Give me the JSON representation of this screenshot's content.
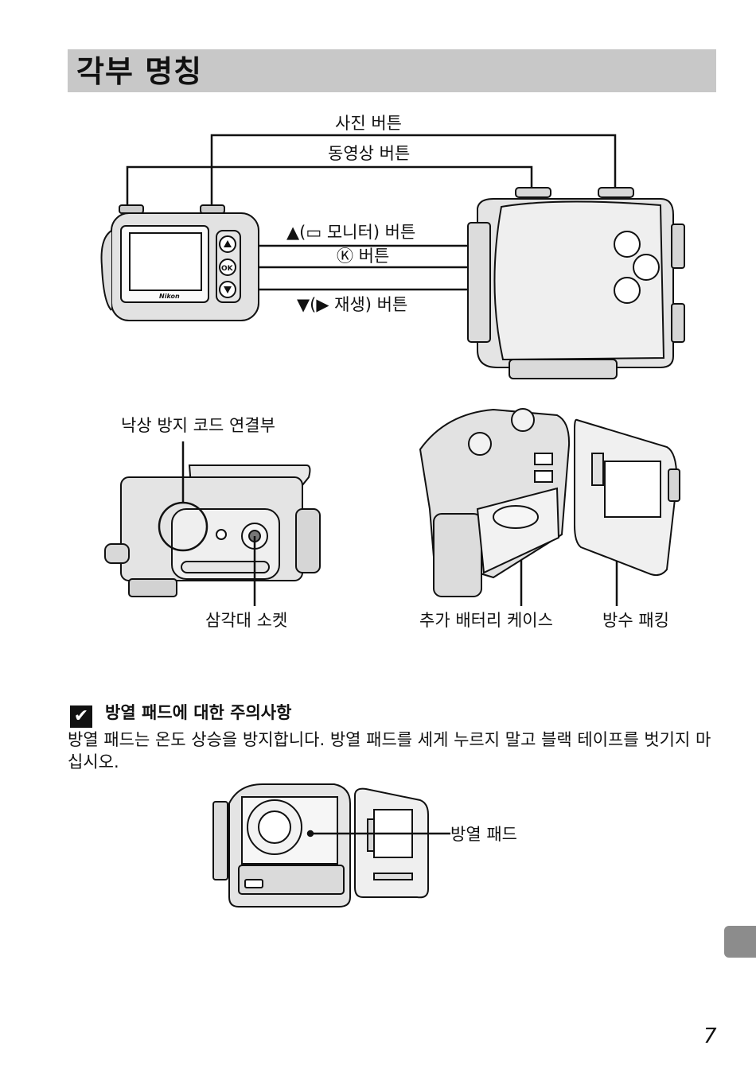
{
  "title": "각부 명칭",
  "labels": {
    "photo_button": "사진 버튼",
    "movie_button": "동영상 버튼",
    "up_button": "▲(▭ 모니터) 버튼",
    "ok_button": "Ⓚ 버튼",
    "down_button": "▼(▶ 재생) 버튼",
    "strap_eyelet": "낙상 방지 코드 연결부",
    "tripod_socket": "삼각대 소켓",
    "battery_case": "추가 배터리 케이스",
    "waterproof_packing": "방수 패킹",
    "heat_pad": "방열 패드"
  },
  "camera_brand": "Nikon",
  "ok_icon_text": "OK",
  "note": {
    "check_icon": "✔",
    "heading": "방열 패드에 대한 주의사항",
    "body": "방열 패드는 온도 상승을 방지합니다. 방열 패드를 세게 누르지 말고 블랙 테이프를 벗기지 마십시오."
  },
  "page_number": "7"
}
